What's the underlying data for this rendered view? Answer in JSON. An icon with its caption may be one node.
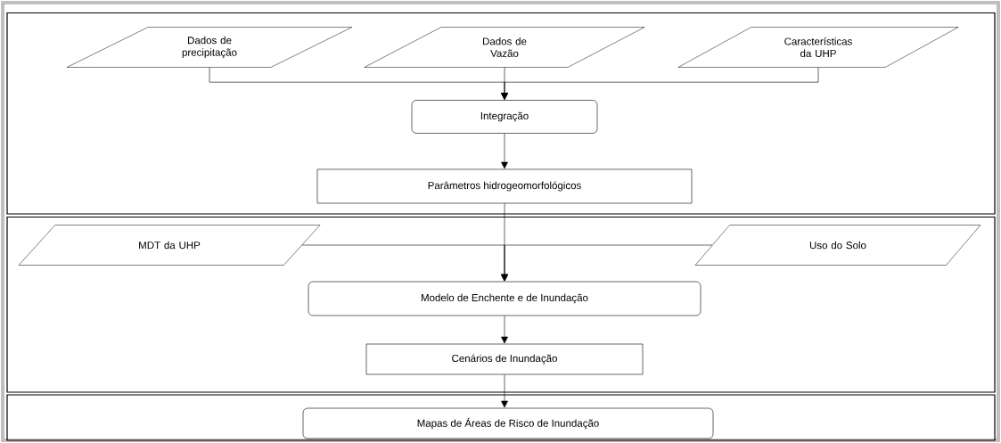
{
  "diagram": {
    "nodes": [
      {
        "text": [],
        "shape": "box"
      },
      {
        "text": [
          "Dados de precipitação"
        ],
        "in": 0
      },
      {
        "text": [
          "Dados de Vazão"
        ],
        "in": 0
      },
      {
        "text": [
          "Características da UHP"
        ],
        "in": 0
      },
      {
        "text": [
          "Integração"
        ],
        "in": 0
      },
      {
        "text": [
          "Parâmetros hidrogeomorfológicos"
        ],
        "in": 0
      },
      {
        "text": [],
        "shape": "box"
      },
      {
        "text": [
          "MDT da UHP"
        ],
        "in": 6
      },
      {
        "text": [
          "Uso do Solo"
        ],
        "in": 6
      },
      {
        "text": [
          "Modelo de Enchente e de Inundação"
        ],
        "in": 6
      },
      {
        "text": [
          "Cenários de Inundação"
        ],
        "in": 6
      },
      {
        "text": [],
        "shape": "box"
      },
      {
        "text": [
          "Mapas de Áreas de Risco de Inundação"
        ],
        "in": 11
      }
    ],
    "edges": [
      {
        "from": 1,
        "to": 4,
        "arrow": "to"
      },
      {
        "from": 2,
        "to": 4,
        "arrow": "to"
      },
      {
        "from": 3,
        "to": 4,
        "arrow": "to"
      },
      {
        "from": 4,
        "to": 5,
        "arrow": "to"
      },
      {
        "from": 5,
        "to": 9,
        "arrow": "to"
      },
      {
        "from": 7,
        "to": 9,
        "arrow": "to"
      },
      {
        "from": 8,
        "to": 9,
        "arrow": "to"
      },
      {
        "from": 9,
        "to": 10,
        "arrow": "to"
      },
      {
        "from": 10,
        "to": 12,
        "arrow": "to"
      }
    ]
  }
}
